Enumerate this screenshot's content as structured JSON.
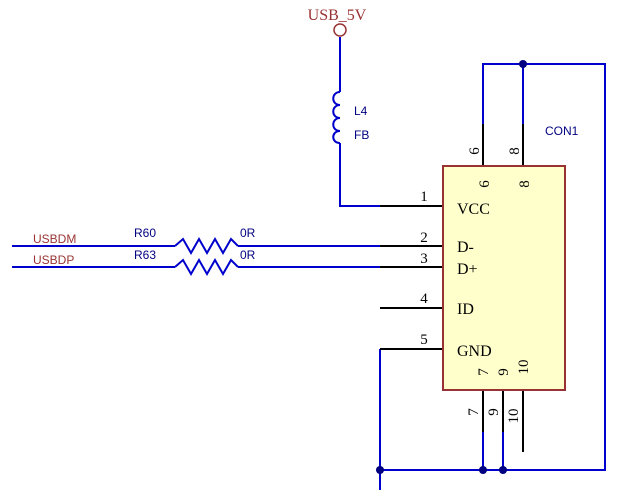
{
  "colors": {
    "wire": "#0000cc",
    "pin": "#000000",
    "component_body_fill": "#ffffcc",
    "component_body_stroke": "#993333",
    "net_label": "#993333",
    "designator": "#000080",
    "junction": "#000080"
  },
  "power_port": {
    "name": "USB_5V"
  },
  "inductor": {
    "designator": "L4",
    "value": "FB"
  },
  "resistors": [
    {
      "designator": "R60",
      "value": "0R",
      "net": "USBDM"
    },
    {
      "designator": "R63",
      "value": "0R",
      "net": "USBDP"
    }
  ],
  "connector": {
    "designator": "CON1",
    "left_pins": [
      {
        "number": "1",
        "name": "VCC"
      },
      {
        "number": "2",
        "name": "D-"
      },
      {
        "number": "3",
        "name": "D+"
      },
      {
        "number": "4",
        "name": "ID"
      },
      {
        "number": "5",
        "name": "GND"
      }
    ],
    "top_pins": [
      {
        "number": "6"
      },
      {
        "number": "8"
      }
    ],
    "bottom_pins": [
      {
        "number": "7"
      },
      {
        "number": "9"
      },
      {
        "number": "10"
      }
    ]
  }
}
